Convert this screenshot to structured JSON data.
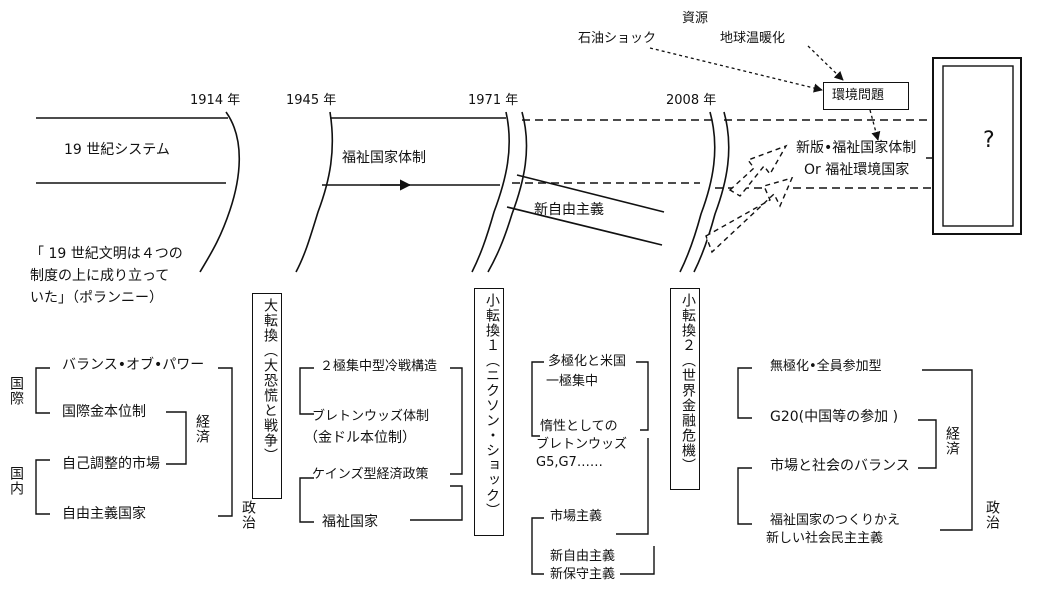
{
  "top": {
    "resources": "資源",
    "oil_shock": "石油ショック",
    "global_warming": "地球温暖化",
    "environment_problem": "環境問題"
  },
  "years": [
    "1914 年",
    "1945 年",
    "1971 年",
    "2008 年"
  ],
  "flows": {
    "system_19c": "19 世紀システム",
    "welfare_state_system": "福祉国家体制",
    "neoliberalism": "新自由主義",
    "new_welfare_line1": "新版•福祉国家体制",
    "new_welfare_line2": "Or 福祉環境国家",
    "question": "?"
  },
  "polanyi": {
    "line1": "「 19 世紀文明は４つの",
    "line2": "制度の上に成り立って",
    "line3": "いた」（ポランニー）"
  },
  "transitions": {
    "great": "大転換（大恐慌と戦争）",
    "small1": "小転換１（ニクソン・ショック）",
    "small2": "小転換２（世界金融危機）"
  },
  "col1": {
    "label_international": "国際",
    "label_domestic": "国内",
    "balance_of_power": "バランス•オブ•パワー",
    "gold_standard": "国際金本位制",
    "self_regulating_market": "自己調整的市場",
    "liberal_state": "自由主義国家",
    "economy": "経済",
    "politics": "政治"
  },
  "col2": {
    "bipolar_cold_war": "２極集中型冷戦構造",
    "bretton_woods": "ブレトンウッズ体制",
    "gold_dollar": "（金ドル本位制）",
    "keynesian": "ケインズ型経済政策",
    "welfare_state": "福祉国家"
  },
  "col3": {
    "multipolar_line1": "多極化と米国",
    "multipolar_line2": "一極集中",
    "inertia_line1": "惰性としての",
    "inertia_line2": "ブレトンウッズ",
    "inertia_line3": "G5,G7……",
    "market_principle": "市場主義",
    "neoliberalism2": "新自由主義",
    "neoconservatism": "新保守主義"
  },
  "col4": {
    "nonpolar": "無極化•全員参加型",
    "g20": "G20(中国等の参加 )",
    "market_society_balance": "市場と社会のバランス",
    "welfare_rebuild": "福祉国家のつくりかえ",
    "new_social_democracy": "新しい社会民主主義",
    "economy": "経済",
    "politics": "政治"
  }
}
